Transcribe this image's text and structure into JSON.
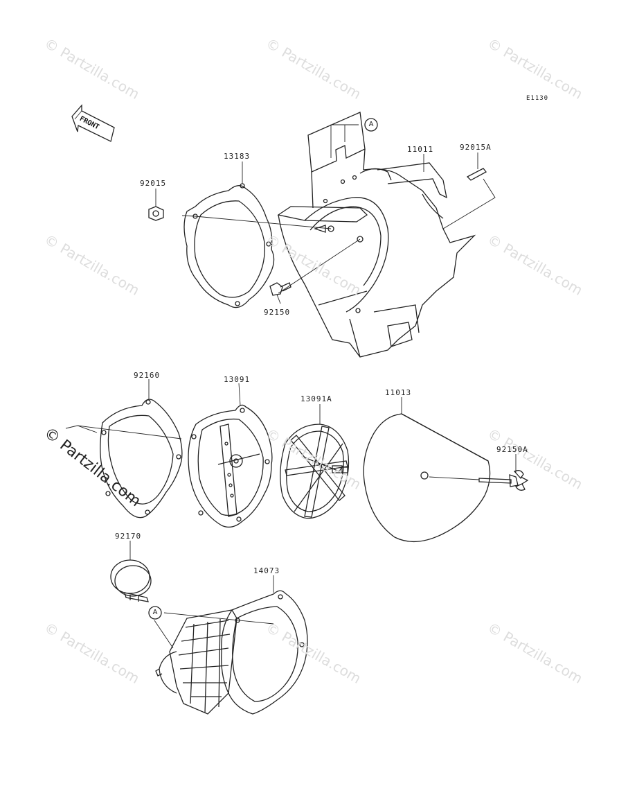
{
  "diagram_code": "E1130",
  "front_label": "FRONT",
  "reference_mark": "A",
  "watermark": "© Partzilla.com",
  "parts": {
    "p11011": "11011",
    "p92015A": "92015A",
    "p13183": "13183",
    "p92015": "92015",
    "p92150": "92150",
    "p92160": "92160",
    "p13091": "13091",
    "p13091A": "13091A",
    "p11013": "11013",
    "p92150A": "92150A",
    "p92170": "92170",
    "p14073": "14073"
  },
  "colors": {
    "line": "#222222",
    "watermark": "#dddddd"
  }
}
